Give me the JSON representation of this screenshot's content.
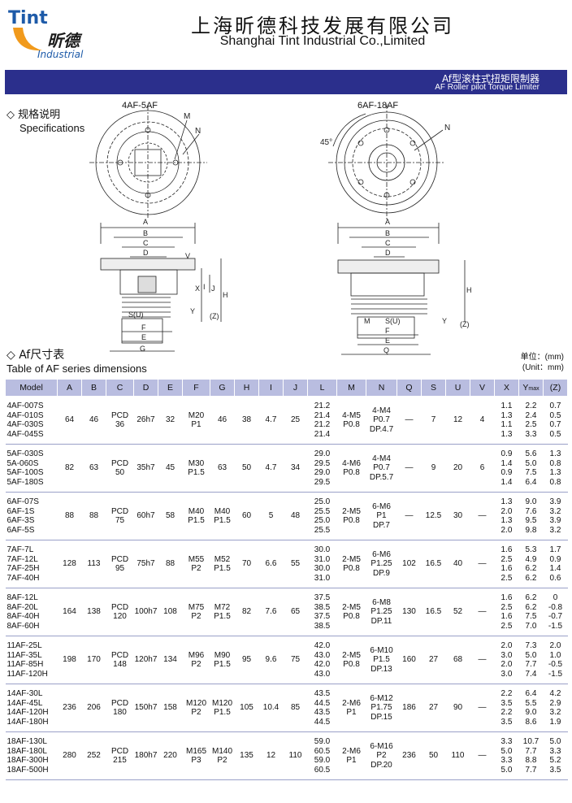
{
  "logo": {
    "tint": "Tint",
    "cn": "昕德",
    "en": "Industrial"
  },
  "company": {
    "cn": "上海昕德科技发展有限公司",
    "en": "Shanghai Tint Industrial Co.,Limited"
  },
  "title_bar": {
    "cn": "Af型滚柱式扭矩限制器",
    "en": "AF Roller pilot Torque Limiter"
  },
  "spec": {
    "cn": "◇ 规格说明",
    "en": "Specifications"
  },
  "drawings": {
    "left_label": "4AF-5AF",
    "right_label": "6AF-18AF",
    "angle": "45°",
    "letters": {
      "M": "M",
      "N": "N",
      "A": "A",
      "B": "B",
      "C": "C",
      "D": "D",
      "E": "E",
      "F": "F",
      "G": "G",
      "H": "H",
      "I": "I",
      "J": "J",
      "X": "X",
      "Y": "Y",
      "V": "V",
      "Z": "(Z)",
      "S": "S(U)",
      "Q": "Q"
    }
  },
  "table_heading": {
    "cn": "◇ Af尺寸表",
    "en": "Table of AF series dimensions"
  },
  "unit": {
    "cn": "单位：(mm)",
    "en": "(Unit：mm)"
  },
  "columns": [
    "Model",
    "A",
    "B",
    "C",
    "D",
    "E",
    "F",
    "G",
    "H",
    "I",
    "J",
    "L",
    "M",
    "N",
    "Q",
    "S",
    "U",
    "V",
    "X",
    "Y",
    "(Z)"
  ],
  "ymax_sub": "max",
  "rows": [
    {
      "models": [
        "4AF-007S",
        "4AF-010S",
        "4AF-030S",
        "4AF-045S"
      ],
      "A": "64",
      "B": "46",
      "C": [
        "PCD",
        "36"
      ],
      "D": "26h7",
      "E": "32",
      "F": [
        "M20",
        "P1"
      ],
      "G": "46",
      "H": "38",
      "I": "4.7",
      "J": "25",
      "L": [
        "21.2",
        "21.4",
        "21.2",
        "21.4"
      ],
      "M": [
        "4-M5",
        "P0.8"
      ],
      "N": [
        "4-M4",
        "P0.7",
        "DP.4.7"
      ],
      "Q": "—",
      "S": "7",
      "U": "12",
      "V": "4",
      "X": [
        "1.1",
        "1.3",
        "1.1",
        "1.3"
      ],
      "Y": [
        "2.2",
        "2.4",
        "2.5",
        "3.3"
      ],
      "Z": [
        "0.7",
        "0.5",
        "0.7",
        "0.5"
      ]
    },
    {
      "models": [
        "5AF-030S",
        "5A-060S",
        "5AF-100S",
        "5AF-180S"
      ],
      "A": "82",
      "B": "63",
      "C": [
        "PCD",
        "50"
      ],
      "D": "35h7",
      "E": "45",
      "F": [
        "M30",
        "P1.5"
      ],
      "G": "63",
      "H": "50",
      "I": "4.7",
      "J": "34",
      "L": [
        "29.0",
        "29.5",
        "29.0",
        "29.5"
      ],
      "M": [
        "4-M6",
        "P0.8"
      ],
      "N": [
        "4-M4",
        "P0.7",
        "DP.5.7"
      ],
      "Q": "—",
      "S": "9",
      "U": "20",
      "V": "6",
      "X": [
        "0.9",
        "1.4",
        "0.9",
        "1.4"
      ],
      "Y": [
        "5.6",
        "5.0",
        "7.5",
        "6.4"
      ],
      "Z": [
        "1.3",
        "0.8",
        "1.3",
        "0.8"
      ]
    },
    {
      "models": [
        "6AF-07S",
        "6AF-1S",
        "6AF-3S",
        "6AF-5S"
      ],
      "A": "88",
      "B": "88",
      "C": [
        "PCD",
        "75"
      ],
      "D": "60h7",
      "E": "58",
      "F": [
        "M40",
        "P1.5"
      ],
      "G": [
        "M40",
        "P1.5"
      ],
      "H": "60",
      "I": "5",
      "J": "48",
      "L": [
        "25.0",
        "25.5",
        "25.0",
        "25.5"
      ],
      "M": [
        "2-M5",
        "P0.8"
      ],
      "N": [
        "6-M6",
        "P1",
        "DP.7"
      ],
      "Q": "—",
      "S": "12.5",
      "U": "30",
      "V": "—",
      "X": [
        "1.3",
        "2.0",
        "1.3",
        "2.0"
      ],
      "Y": [
        "9.0",
        "7.6",
        "9.5",
        "9.8"
      ],
      "Z": [
        "3.9",
        "3.2",
        "3.9",
        "3.2"
      ]
    },
    {
      "models": [
        "7AF-7L",
        "7AF-12L",
        "7AF-25H",
        "7AF-40H"
      ],
      "A": "128",
      "B": "113",
      "C": [
        "PCD",
        "95"
      ],
      "D": "75h7",
      "E": "88",
      "F": [
        "M55",
        "P2"
      ],
      "G": [
        "M52",
        "P1.5"
      ],
      "H": "70",
      "I": "6.6",
      "J": "55",
      "L": [
        "30.0",
        "31.0",
        "30.0",
        "31.0"
      ],
      "M": [
        "2-M5",
        "P0.8"
      ],
      "N": [
        "6-M6",
        "P1.25",
        "DP.9"
      ],
      "Q": "102",
      "S": "16.5",
      "U": "40",
      "V": "—",
      "X": [
        "1.6",
        "2.5",
        "1.6",
        "2.5"
      ],
      "Y": [
        "5.3",
        "4.9",
        "6.2",
        "6.2"
      ],
      "Z": [
        "1.7",
        "0.9",
        "1.4",
        "0.6"
      ]
    },
    {
      "models": [
        "8AF-12L",
        "8AF-20L",
        "8AF-40H",
        "8AF-60H"
      ],
      "A": "164",
      "B": "138",
      "C": [
        "PCD",
        "120"
      ],
      "D": "100h7",
      "E": "108",
      "F": [
        "M75",
        "P2"
      ],
      "G": [
        "M72",
        "P1.5"
      ],
      "H": "82",
      "I": "7.6",
      "J": "65",
      "L": [
        "37.5",
        "38.5",
        "37.5",
        "38.5"
      ],
      "M": [
        "2-M5",
        "P0.8"
      ],
      "N": [
        "6-M8",
        "P1.25",
        "DP.11"
      ],
      "Q": "130",
      "S": "16.5",
      "U": "52",
      "V": "—",
      "X": [
        "1.6",
        "2.5",
        "1.6",
        "2.5"
      ],
      "Y": [
        "6.2",
        "6.2",
        "7.5",
        "7.0"
      ],
      "Z": [
        "0",
        "-0.8",
        "-0.7",
        "-1.5"
      ]
    },
    {
      "models": [
        "11AF-25L",
        "11AF-35L",
        "11AF-85H",
        "11AF-120H"
      ],
      "A": "198",
      "B": "170",
      "C": [
        "PCD",
        "148"
      ],
      "D": "120h7",
      "E": "134",
      "F": [
        "M96",
        "P2"
      ],
      "G": [
        "M90",
        "P1.5"
      ],
      "H": "95",
      "I": "9.6",
      "J": "75",
      "L": [
        "42.0",
        "43.0",
        "42.0",
        "43.0"
      ],
      "M": [
        "2-M5",
        "P0.8"
      ],
      "N": [
        "6-M10",
        "P1.5",
        "DP.13"
      ],
      "Q": "160",
      "S": "27",
      "U": "68",
      "V": "—",
      "X": [
        "2.0",
        "3.0",
        "2.0",
        "3.0"
      ],
      "Y": [
        "7.3",
        "5.0",
        "7.7",
        "7.4"
      ],
      "Z": [
        "2.0",
        "1.0",
        "-0.5",
        "-1.5"
      ]
    },
    {
      "models": [
        "14AF-30L",
        "14AF-45L",
        "14AF-120H",
        "14AF-180H"
      ],
      "A": "236",
      "B": "206",
      "C": [
        "PCD",
        "180"
      ],
      "D": "150h7",
      "E": "158",
      "F": [
        "M120",
        "P2"
      ],
      "G": [
        "M120",
        "P1.5"
      ],
      "H": "105",
      "I": "10.4",
      "J": "85",
      "L": [
        "43.5",
        "44.5",
        "43.5",
        "44.5"
      ],
      "M": [
        "2-M6",
        "P1"
      ],
      "N": [
        "6-M12",
        "P1.75",
        "DP.15"
      ],
      "Q": "186",
      "S": "27",
      "U": "90",
      "V": "—",
      "X": [
        "2.2",
        "3.5",
        "2.2",
        "3.5"
      ],
      "Y": [
        "6.4",
        "5.5",
        "9.0",
        "8.6"
      ],
      "Z": [
        "4.2",
        "2.9",
        "3.2",
        "1.9"
      ]
    },
    {
      "models": [
        "18AF-130L",
        "18AF-180L",
        "18AF-300H",
        "18AF-500H"
      ],
      "A": "280",
      "B": "252",
      "C": [
        "PCD",
        "215"
      ],
      "D": "180h7",
      "E": "220",
      "F": [
        "M165",
        "P3"
      ],
      "G": [
        "M140",
        "P2"
      ],
      "H": "135",
      "I": "12",
      "J": "110",
      "L": [
        "59.0",
        "60.5",
        "59.0",
        "60.5"
      ],
      "M": [
        "2-M6",
        "P1"
      ],
      "N": [
        "6-M16",
        "P2",
        "DP.20"
      ],
      "Q": "236",
      "S": "50",
      "U": "110",
      "V": "—",
      "X": [
        "3.3",
        "5.0",
        "3.3",
        "5.0"
      ],
      "Y": [
        "10.7",
        "7.7",
        "8.8",
        "7.7"
      ],
      "Z": [
        "5.0",
        "3.3",
        "5.2",
        "3.5"
      ]
    }
  ]
}
